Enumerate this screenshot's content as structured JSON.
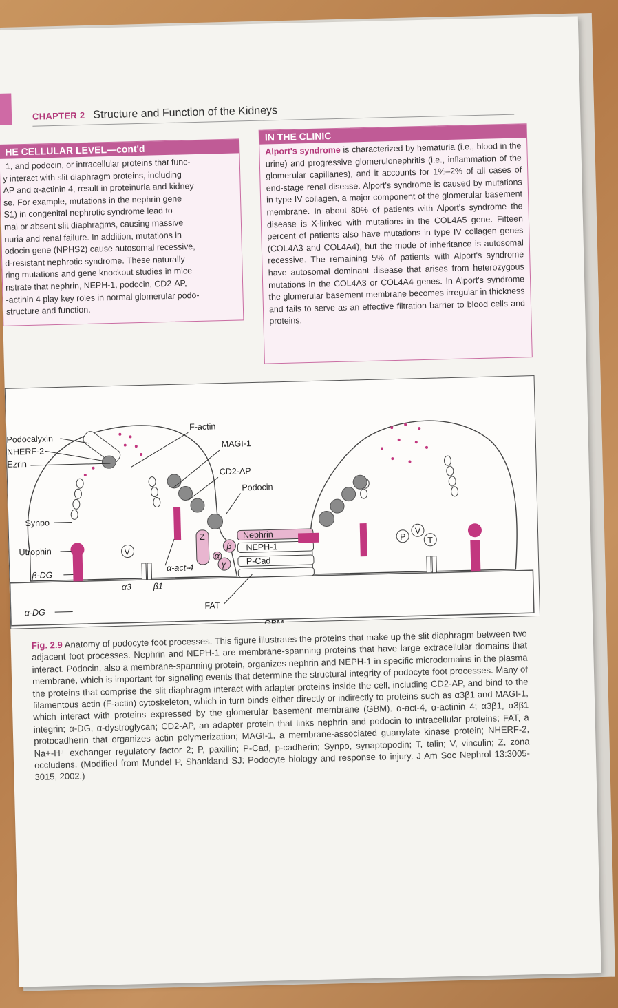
{
  "header": {
    "chapter_label": "CHAPTER 2",
    "chapter_title": "Structure and Function of the Kidneys"
  },
  "left_box": {
    "title": "HE CELLULAR LEVEL—cont'd",
    "text": "-1, and podocin, or intracellular proteins that func-\ny interact with slit diaphragm proteins, including\nAP and α-actinin 4, result in proteinuria and kidney\nse. For example, mutations in the nephrin gene\nS1) in congenital nephrotic syndrome lead to\nmal or absent slit diaphragms, causing massive\nnuria and renal failure. In addition, mutations in\nodocin gene (NPHS2) cause autosomal recessive,\nd-resistant nephrotic syndrome. These naturally\nring mutations and gene knockout studies in mice\nnstrate that nephrin, NEPH-1, podocin, CD2-AP,\n-actinin 4 play key roles in normal glomerular podo-\nstructure and function."
  },
  "right_box": {
    "title": "IN THE CLINIC",
    "term": "Alport's syndrome",
    "text": " is characterized by hematuria (i.e., blood in the urine) and progressive glomerulonephritis (i.e., inflammation of the glomerular capillaries), and it accounts for 1%–2% of all cases of end-stage renal disease. Alport's syndrome is caused by mutations in type IV collagen, a major component of the glomerular basement membrane. In about 80% of patients with Alport's syndrome the disease is X-linked with mutations in the COL4A5 gene. Fifteen percent of patients also have mutations in type IV collagen genes (COL4A3 and COL4A4), but the mode of inheritance is autosomal recessive. The remaining 5% of patients with Alport's syndrome have autosomal dominant disease that arises from heterozygous mutations in the COL4A3 or COL4A4 genes. In Alport's syndrome the glomerular basement membrane becomes irregular in thickness and fails to serve as an effective filtration barrier to blood cells and proteins."
  },
  "figure": {
    "labels": {
      "podocalyxin": "Podocalyxin",
      "nherf2": "NHERF-2",
      "ezrin": "Ezrin",
      "factin": "F-actin",
      "magi1": "MAGI-1",
      "cd2ap": "CD2-AP",
      "podocin": "Podocin",
      "synpo": "Synpo",
      "utrophin": "Utrophin",
      "bdg": "β-DG",
      "adg": "α-DG",
      "nephrin": "Nephrin",
      "neph1": "NEPH-1",
      "pcad": "P-Cad",
      "aact4": "α-act-4",
      "fat": "FAT",
      "gbm": "GBM",
      "z": "Z",
      "v": "V",
      "a3": "α3",
      "b1": "β1",
      "alpha": "α",
      "beta": "β",
      "gamma": "γ",
      "p": "P",
      "t": "T"
    },
    "colors": {
      "magenta": "#c2377f",
      "pink": "#e9b6d0",
      "gray": "#8a8a8a",
      "light_gray": "#cfcfcf"
    }
  },
  "caption": {
    "fig_num": "Fig. 2.9",
    "text": " Anatomy of podocyte foot processes. This figure illustrates the proteins that make up the slit diaphragm between two adjacent foot processes. Nephrin and NEPH-1 are membrane-spanning proteins that have large extracellular domains that interact. Podocin, also a membrane-spanning protein, organizes nephrin and NEPH-1 in specific microdomains in the plasma membrane, which is important for signaling events that determine the structural integrity of podocyte foot processes. Many of the proteins that comprise the slit diaphragm interact with adapter proteins inside the cell, including CD2-AP, and bind to the filamentous actin (F-actin) cytoskeleton, which in turn binds either directly or indirectly to proteins such as α3β1 and MAGI-1, which interact with proteins expressed by the glomerular basement membrane (GBM). α-act-4, α-actinin 4; α3β1, α3β1 integrin; α-DG, α-dystroglycan; CD2-AP, an adapter protein that links nephrin and podocin to intracellular proteins; FAT, a protocadherin that organizes actin polymerization; MAGI-1, a membrane-associated guanylate kinase protein; NHERF-2, Na+-H+ exchanger regulatory factor 2; P, paxillin; P-Cad, p-cadherin; Synpo, synaptopodin; T, talin; V, vinculin; Z, zona occludens. (Modified from Mundel P, Shankland SJ: Podocyte biology and response to injury. J Am Soc Nephrol 13:3005-3015, 2002.)"
  }
}
